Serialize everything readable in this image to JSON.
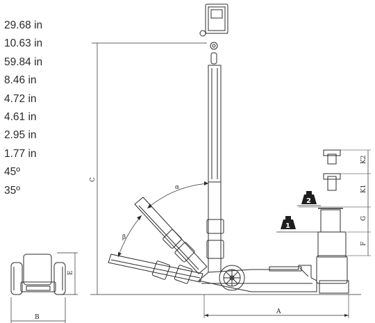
{
  "specs": [
    "29.68 in",
    "10.63 in",
    "59.84 in",
    "8.46 in",
    "4.72 in",
    "4.61 in",
    "2.95 in",
    "1.77 in",
    "45º",
    "35º"
  ],
  "dimension_labels": {
    "A": "A",
    "B": "B",
    "C": "C",
    "E": "E",
    "F": "F",
    "G": "G",
    "K1": "K1",
    "K2": "K2",
    "alpha": "α",
    "beta": "β"
  },
  "weights": [
    "1",
    "2"
  ],
  "colors": {
    "line": "#2b2b2b",
    "weight": "#1e1e1e",
    "text": "#2a2a2a"
  }
}
